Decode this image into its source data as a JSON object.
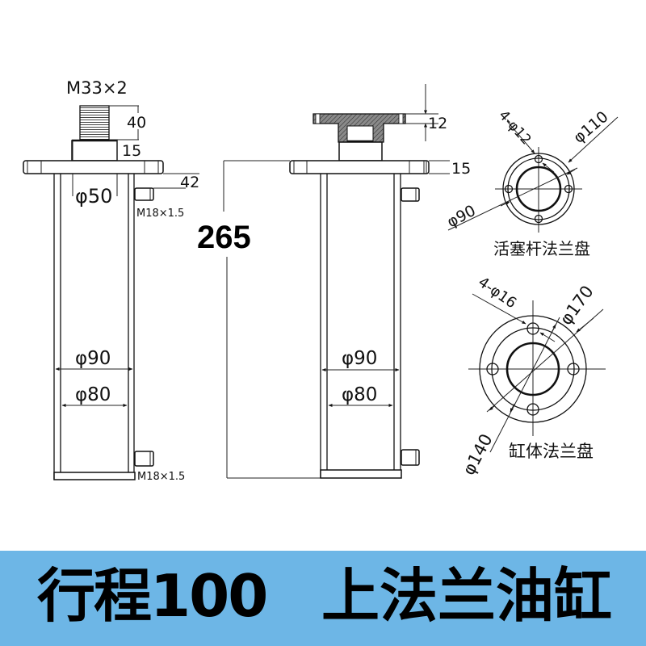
{
  "left_view": {
    "thread_label": "M33×2",
    "thread_length": "40",
    "rod_shoulder": "15",
    "rod_diameter": "φ50",
    "port_offset": "42",
    "port_top_label": "M18×1.5",
    "bore_outer": "φ90",
    "bore_inner": "φ80",
    "port_bottom_label": "M18×1.5"
  },
  "middle_view": {
    "overall_length": "265",
    "rod_flange_thickness": "12",
    "base_flange_thickness": "15",
    "bore_outer": "φ90",
    "bore_inner": "φ80"
  },
  "rod_flange": {
    "holes": "4-φ12",
    "outer_diameter": "φ110",
    "pitch_diameter": "φ90",
    "title": "活塞杆法兰盘"
  },
  "cylinder_flange": {
    "holes": "4-φ16",
    "outer_diameter": "φ170",
    "pitch_diameter": "φ140",
    "title": "缸体法兰盘"
  },
  "banner": {
    "stroke_text": "行程100",
    "product_text": "上法兰油缸",
    "background_color": "#6DB6E6"
  }
}
